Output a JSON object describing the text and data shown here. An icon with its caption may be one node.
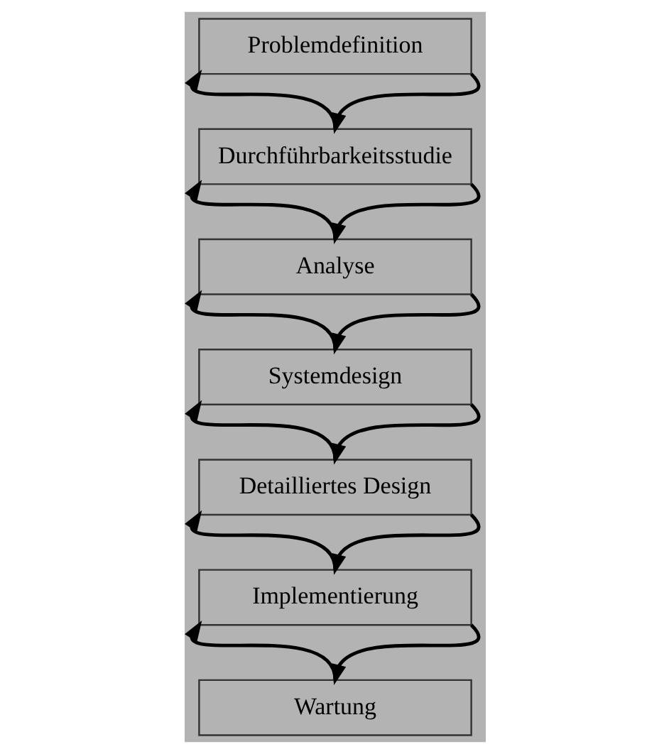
{
  "diagram": {
    "nodes": [
      {
        "text": [
          "Problemdefinition"
        ]
      },
      {
        "text": [
          "Durchführbarkeitsstudie"
        ]
      },
      {
        "text": [
          "Analyse"
        ]
      },
      {
        "text": [
          "Systemdesign"
        ]
      },
      {
        "text": [
          "Detailliertes Design"
        ]
      },
      {
        "text": [
          "Implementierung"
        ]
      },
      {
        "text": [
          "Wartung"
        ]
      }
    ],
    "edges": [
      {
        "from": 1,
        "to": 0,
        "arrow": "to"
      },
      {
        "from": 0,
        "to": 1,
        "arrow": "to"
      },
      {
        "from": 2,
        "to": 1,
        "arrow": "to"
      },
      {
        "from": 1,
        "to": 2,
        "arrow": "to"
      },
      {
        "from": 3,
        "to": 2,
        "arrow": "to"
      },
      {
        "from": 2,
        "to": 3,
        "arrow": "to"
      },
      {
        "from": 4,
        "to": 3,
        "arrow": "to"
      },
      {
        "from": 3,
        "to": 4,
        "arrow": "to"
      },
      {
        "from": 5,
        "to": 4,
        "arrow": "to"
      },
      {
        "from": 4,
        "to": 5,
        "arrow": "to"
      },
      {
        "from": 6,
        "to": 5,
        "arrow": "to"
      },
      {
        "from": 5,
        "to": 6,
        "arrow": "to"
      }
    ]
  }
}
